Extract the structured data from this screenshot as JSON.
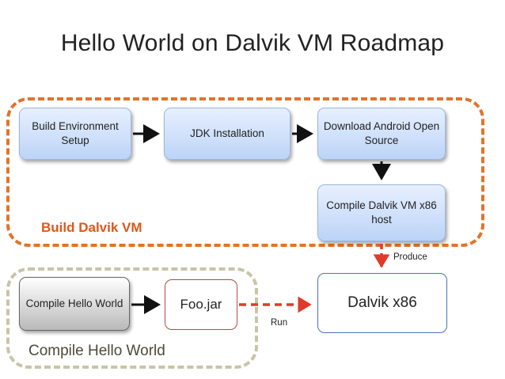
{
  "title": "Hello World on Dalvik VM Roadmap",
  "regions": {
    "build": {
      "label": "Build Dalvik VM",
      "color": "#e0742a"
    },
    "compile": {
      "label": "Compile Hello World",
      "color": "#c8c4a8"
    }
  },
  "nodes": {
    "build_env": "Build Environment Setup",
    "jdk": "JDK Installation",
    "download": "Download Android Open Source",
    "compile_vm": "Compile Dalvik VM x86 host",
    "compile_hello": "Compile Hello World",
    "foo_jar": "Foo.jar",
    "dalvik_x86": "Dalvik x86"
  },
  "edge_labels": {
    "produce": "Produce",
    "run": "Run"
  },
  "colors": {
    "box_blue": "#bcd4f7",
    "accent_red": "#e03a2a",
    "title_text": "#222222"
  }
}
